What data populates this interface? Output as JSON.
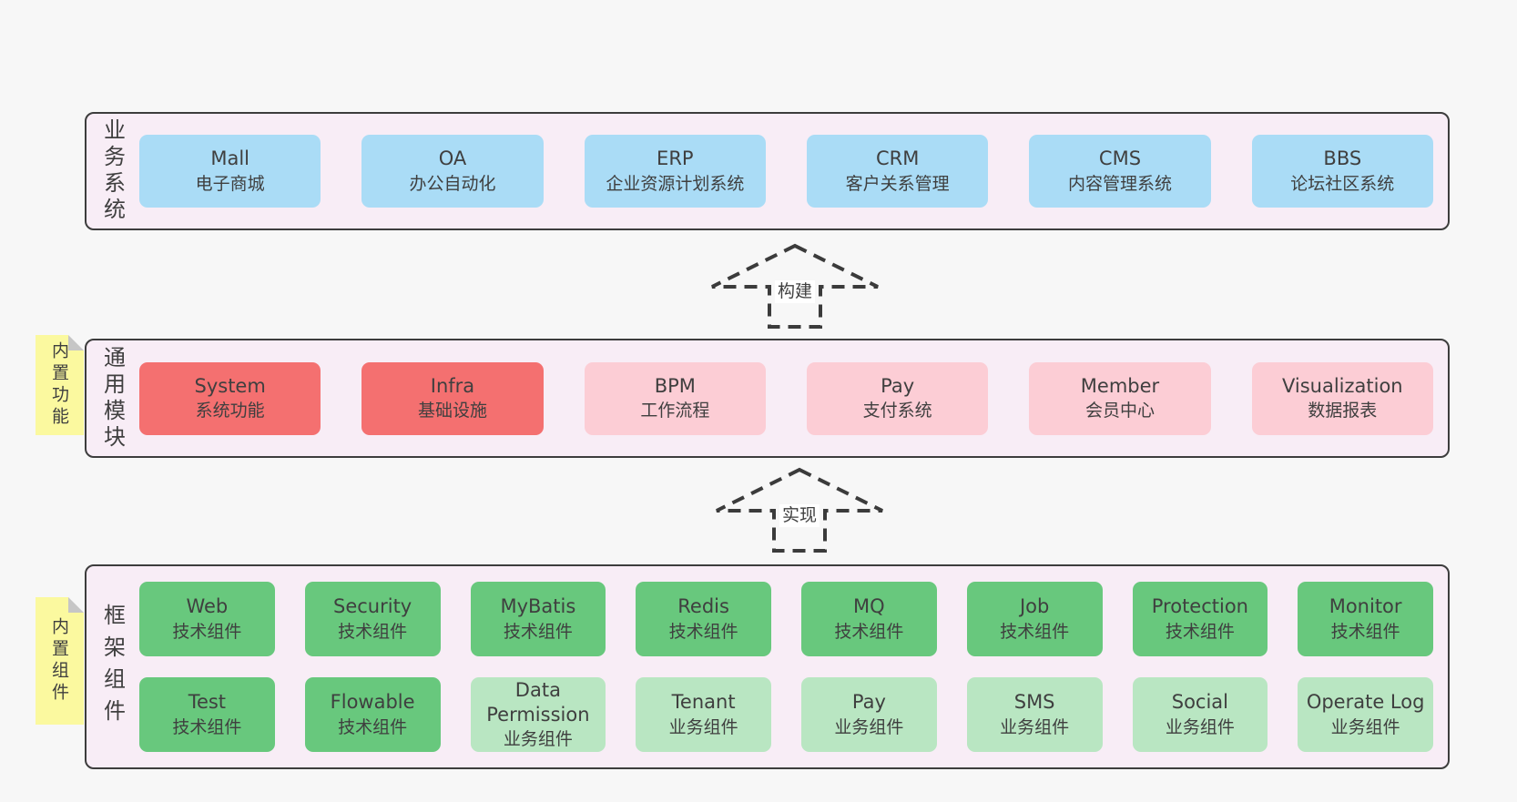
{
  "colors": {
    "page_bg": "#f7f7f7",
    "band_bg": "#f8edf6",
    "band_border": "#3d3d3d",
    "blue": "#aadcf6",
    "red": "#f47070",
    "pink": "#fccdd5",
    "green": "#68c87d",
    "green_light": "#b9e6c2",
    "sticky": "#fbf99f",
    "sticky_fold": "#c6c6c6",
    "ink": "#3f3f3f",
    "arrow": "#3b3b3b"
  },
  "bands": [
    {
      "label": "业务系统",
      "boxes": [
        {
          "title": "Mall",
          "subtitle": "电子商城",
          "variant": "blue"
        },
        {
          "title": "OA",
          "subtitle": "办公自动化",
          "variant": "blue"
        },
        {
          "title": "ERP",
          "subtitle": "企业资源计划系统",
          "variant": "blue"
        },
        {
          "title": "CRM",
          "subtitle": "客户关系管理",
          "variant": "blue"
        },
        {
          "title": "CMS",
          "subtitle": "内容管理系统",
          "variant": "blue"
        },
        {
          "title": "BBS",
          "subtitle": "论坛社区系统",
          "variant": "blue"
        }
      ]
    },
    {
      "label": "通用模块",
      "sticky": "内置功能",
      "boxes": [
        {
          "title": "System",
          "subtitle": "系统功能",
          "variant": "red"
        },
        {
          "title": "Infra",
          "subtitle": "基础设施",
          "variant": "red"
        },
        {
          "title": "BPM",
          "subtitle": "工作流程",
          "variant": "pink"
        },
        {
          "title": "Pay",
          "subtitle": "支付系统",
          "variant": "pink"
        },
        {
          "title": "Member",
          "subtitle": "会员中心",
          "variant": "pink"
        },
        {
          "title": "Visualization",
          "subtitle": "数据报表",
          "variant": "pink"
        }
      ]
    },
    {
      "label": "框架组件",
      "sticky": "内置组件",
      "rows": [
        [
          {
            "title": "Web",
            "subtitle": "技术组件",
            "variant": "green"
          },
          {
            "title": "Security",
            "subtitle": "技术组件",
            "variant": "green"
          },
          {
            "title": "MyBatis",
            "subtitle": "技术组件",
            "variant": "green"
          },
          {
            "title": "Redis",
            "subtitle": "技术组件",
            "variant": "green"
          },
          {
            "title": "MQ",
            "subtitle": "技术组件",
            "variant": "green"
          },
          {
            "title": "Job",
            "subtitle": "技术组件",
            "variant": "green"
          },
          {
            "title": "Protection",
            "subtitle": "技术组件",
            "variant": "green"
          },
          {
            "title": "Monitor",
            "subtitle": "技术组件",
            "variant": "green"
          }
        ],
        [
          {
            "title": "Test",
            "subtitle": "技术组件",
            "variant": "green"
          },
          {
            "title": "Flowable",
            "subtitle": "技术组件",
            "variant": "green"
          },
          {
            "title": "Data Permission",
            "subtitle": "业务组件",
            "variant": "green-light"
          },
          {
            "title": "Tenant",
            "subtitle": "业务组件",
            "variant": "green-light"
          },
          {
            "title": "Pay",
            "subtitle": "业务组件",
            "variant": "green-light"
          },
          {
            "title": "SMS",
            "subtitle": "业务组件",
            "variant": "green-light"
          },
          {
            "title": "Social",
            "subtitle": "业务组件",
            "variant": "green-light"
          },
          {
            "title": "Operate Log",
            "subtitle": "业务组件",
            "variant": "green-light"
          }
        ]
      ]
    }
  ],
  "arrows": [
    {
      "label": "构建"
    },
    {
      "label": "实现"
    }
  ]
}
